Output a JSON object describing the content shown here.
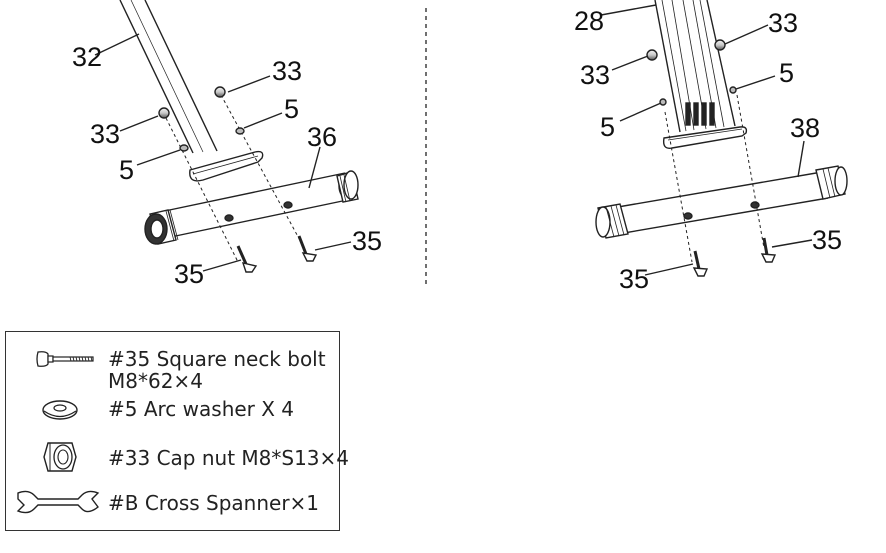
{
  "callouts": {
    "left": {
      "upright": "32",
      "nut_top": "33",
      "nut_left": "33",
      "washer_right": "5",
      "washer_left": "5",
      "stabilizer": "36",
      "bolt_right": "35",
      "bolt_left": "35"
    },
    "right": {
      "upright": "28",
      "nut_right": "33",
      "nut_left": "33",
      "washer_right": "5",
      "washer_left": "5",
      "stabilizer": "38",
      "bolt_right": "35",
      "bolt_left": "35"
    }
  },
  "legend": {
    "items": [
      {
        "icon": "square-neck-bolt-icon",
        "line1": "#35 Square neck bolt",
        "line2": "M8*62×4"
      },
      {
        "icon": "arc-washer-icon",
        "line1": "#5 Arc washer X 4"
      },
      {
        "icon": "cap-nut-icon",
        "line1": "#33 Cap nut M8*S13×4"
      },
      {
        "icon": "cross-spanner-icon",
        "line1": "#B Cross Spanner×1"
      }
    ]
  },
  "colors": {
    "line": "#222222",
    "box_border": "#333333"
  }
}
